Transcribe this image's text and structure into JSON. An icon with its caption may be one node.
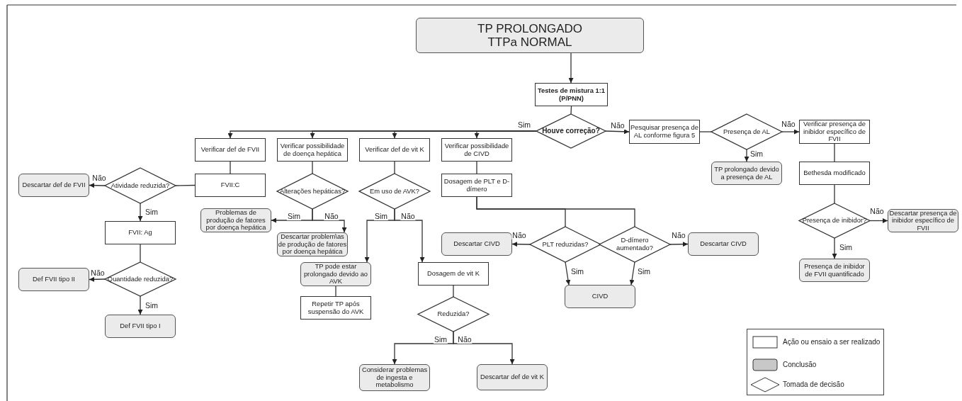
{
  "diagram": {
    "nodes": [
      {
        "text": [
          "TP PROLONGADO TTPa NORMAL"
        ]
      },
      {
        "text": [
          "Testes de mistura 1:1 (P/PNN)"
        ]
      },
      {
        "text": [
          "Houve correção?"
        ]
      },
      {
        "text": [
          "Verificar def de FVII"
        ]
      },
      {
        "text": [
          "FVII:C"
        ]
      },
      {
        "text": [
          "Atividade reduzida?"
        ]
      },
      {
        "text": [
          "Descartar def de FVII"
        ]
      },
      {
        "text": [
          "FVII: Ag"
        ]
      },
      {
        "text": [
          "Quantidade reduzida?"
        ]
      },
      {
        "text": [
          "Def FVII tipo II"
        ]
      },
      {
        "text": [
          "Def FVII tipo I"
        ]
      },
      {
        "text": [
          "Verificar possibilidade de doença hepática"
        ]
      },
      {
        "text": [
          "Alterações hepáticas?"
        ]
      },
      {
        "text": [
          "Problemas de produção de fatores por doença hepática"
        ]
      },
      {
        "text": [
          "Descartar problem\\as de produção de fatores por doença hepática"
        ]
      },
      {
        "text": [
          "Verificar def de vit K"
        ]
      },
      {
        "text": [
          "Em uso de AVK?"
        ]
      },
      {
        "text": [
          "TP pode estar prolongado devido ao AVK"
        ]
      },
      {
        "text": [
          "Repetir TP após suspensão do AVK"
        ]
      },
      {
        "text": [
          "Dosagem de vit K"
        ]
      },
      {
        "text": [
          "Reduzida?"
        ]
      },
      {
        "text": [
          "Considerar problemas de ingesta e metabolismo"
        ]
      },
      {
        "text": [
          "Descartar def de vit K"
        ]
      },
      {
        "text": [
          "Verificar possibilidade de CIVD"
        ]
      },
      {
        "text": [
          "Dosagem de PLT e D-dímero"
        ]
      },
      {
        "text": [
          "PLT reduzidas?"
        ]
      },
      {
        "text": [
          "D-dímero aumentado?"
        ]
      },
      {
        "text": [
          "Descartar CIVD"
        ]
      },
      {
        "text": [
          "Descartar CIVD"
        ]
      },
      {
        "text": [
          "CIVD"
        ]
      },
      {
        "text": [
          "Pesquisar presença de AL conforme figura 5"
        ]
      },
      {
        "text": [
          "Presença de AL"
        ]
      },
      {
        "text": [
          "TP prolongado devido a presença de AL"
        ]
      },
      {
        "text": [
          "Verificar presença de inibidor específico de FVII"
        ]
      },
      {
        "text": [
          "Bethesda modificado"
        ]
      },
      {
        "text": [
          "Presença de inibidor?"
        ]
      },
      {
        "text": [
          "Descartar presença de inibidor específico de FVII"
        ]
      },
      {
        "text": [
          "Presença de inibidor de FVII quantificado"
        ]
      }
    ],
    "edges": [
      {
        "from": 0,
        "to": 1,
        "arrow": "to"
      },
      {
        "from": 1,
        "to": 2,
        "arrow": "none"
      },
      {
        "from": 2,
        "to": 3,
        "arrow": "to"
      },
      {
        "from": 2,
        "to": 11,
        "arrow": "to"
      },
      {
        "from": 2,
        "to": 15,
        "arrow": "to"
      },
      {
        "from": 2,
        "to": 23,
        "label": "Sim",
        "arrow": "to"
      },
      {
        "from": 2,
        "to": 30,
        "label": "Não",
        "arrow": "to"
      },
      {
        "from": 3,
        "to": 4,
        "arrow": "none"
      },
      {
        "from": 4,
        "to": 5,
        "arrow": "none"
      },
      {
        "from": 5,
        "to": 6,
        "label": "Não",
        "arrow": "to"
      },
      {
        "from": 5,
        "to": 7,
        "label": "Sim",
        "arrow": "to"
      },
      {
        "from": 7,
        "to": 8,
        "arrow": "none"
      },
      {
        "from": 8,
        "to": 9,
        "label": "Não",
        "arrow": "to"
      },
      {
        "from": 8,
        "to": 10,
        "label": "Sim",
        "arrow": "to"
      },
      {
        "from": 11,
        "to": 12,
        "arrow": "none"
      },
      {
        "from": 12,
        "to": 13,
        "label": "Sim",
        "arrow": "to"
      },
      {
        "from": 12,
        "to": 14,
        "label": "Não",
        "arrow": "to"
      },
      {
        "from": 15,
        "to": 16,
        "arrow": "none"
      },
      {
        "from": 16,
        "to": 17,
        "label": "Sim",
        "arrow": "to"
      },
      {
        "from": 16,
        "to": 19,
        "label": "Não",
        "arrow": "to"
      },
      {
        "from": 17,
        "to": 18,
        "arrow": "none"
      },
      {
        "from": 19,
        "to": 20,
        "arrow": "none"
      },
      {
        "from": 20,
        "to": 21,
        "label": "Sim",
        "arrow": "to"
      },
      {
        "from": 20,
        "to": 22,
        "label": "Não",
        "arrow": "to"
      },
      {
        "from": 23,
        "to": 24,
        "arrow": "none"
      },
      {
        "from": 24,
        "to": 25,
        "arrow": "none"
      },
      {
        "from": 24,
        "to": 26,
        "arrow": "none"
      },
      {
        "from": 25,
        "to": 27,
        "label": "Não",
        "arrow": "to"
      },
      {
        "from": 25,
        "to": 29,
        "label": "Sim",
        "arrow": "to"
      },
      {
        "from": 26,
        "to": 28,
        "label": "Não",
        "arrow": "to"
      },
      {
        "from": 26,
        "to": 29,
        "label": "Sim",
        "arrow": "to"
      },
      {
        "from": 30,
        "to": 31,
        "arrow": "none"
      },
      {
        "from": 31,
        "to": 32,
        "label": "Sim",
        "arrow": "to"
      },
      {
        "from": 31,
        "to": 33,
        "label": "Não",
        "arrow": "to"
      },
      {
        "from": 33,
        "to": 34,
        "arrow": "none"
      },
      {
        "from": 34,
        "to": 35,
        "arrow": "none"
      },
      {
        "from": 35,
        "to": 36,
        "label": "Não",
        "arrow": "to"
      },
      {
        "from": 35,
        "to": 37,
        "label": "Sim",
        "arrow": "to"
      }
    ],
    "legend": [
      {
        "text": "Ação ou ensaio a ser realizado",
        "color": "#ffffff"
      },
      {
        "text": "Conclusão",
        "color": "#c8c8c8"
      },
      {
        "text": "Tomada de decisão"
      }
    ]
  }
}
